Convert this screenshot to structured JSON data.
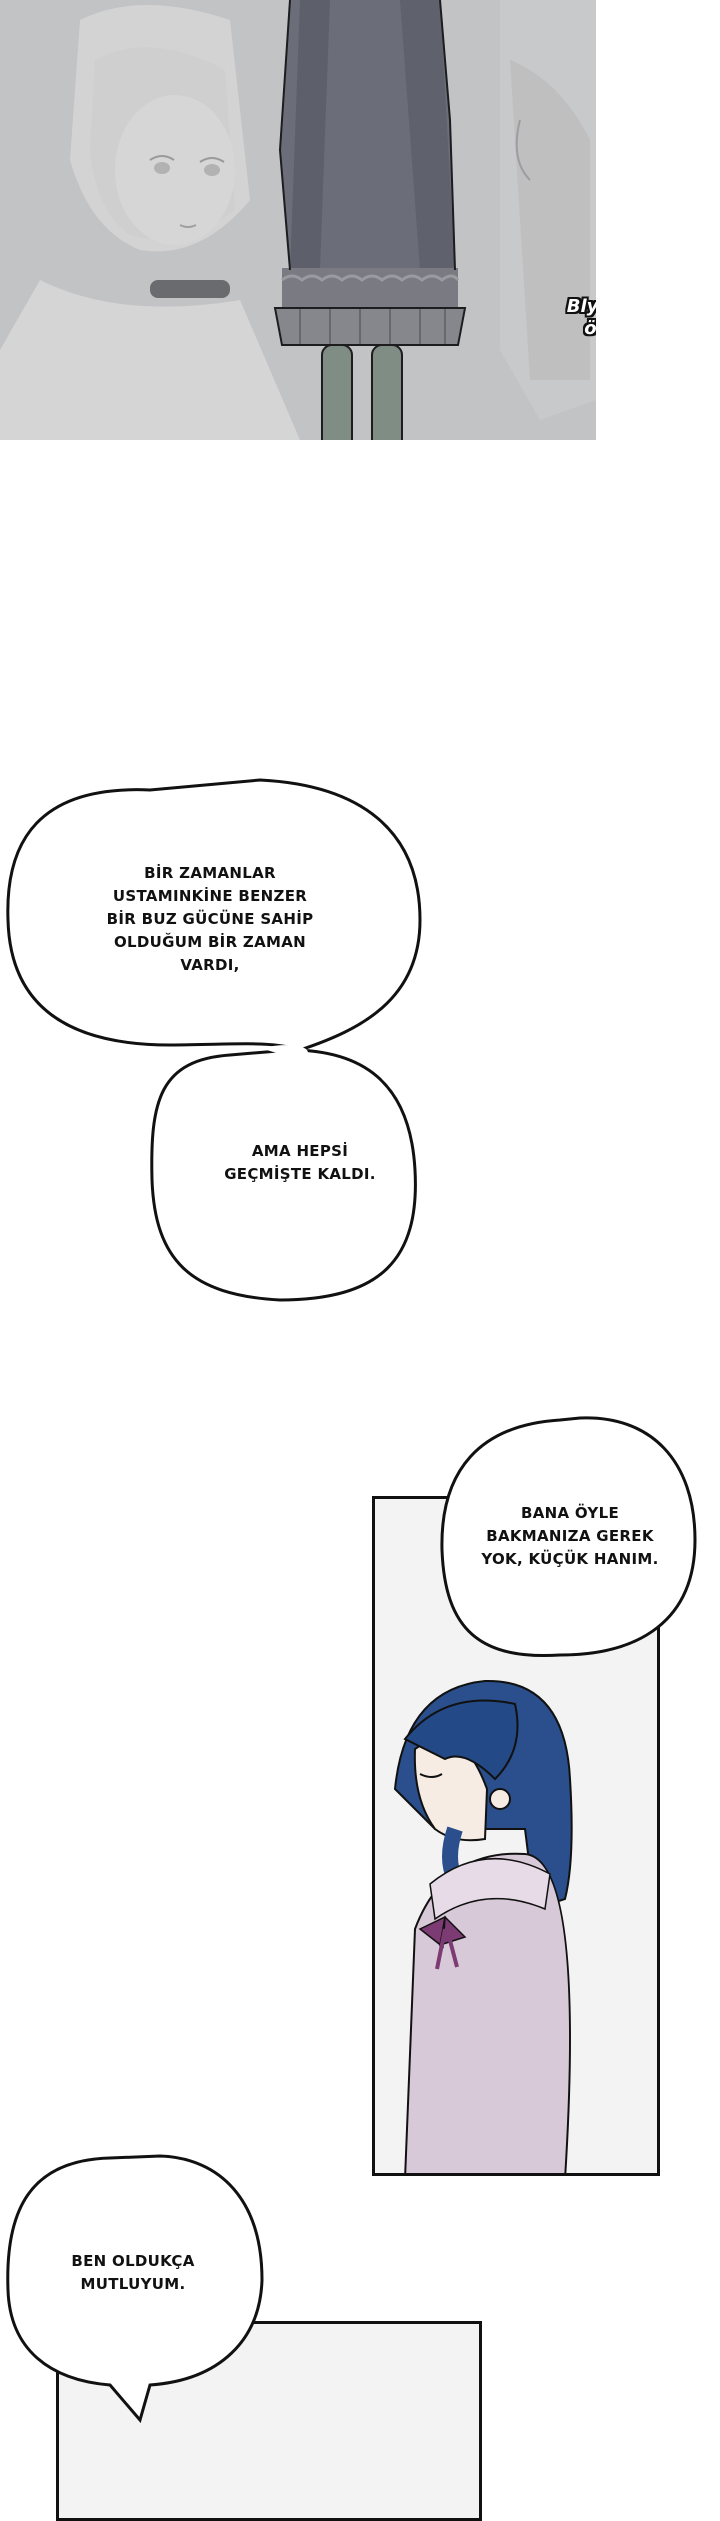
{
  "top_panel": {
    "caption_lines": [
      "Blythe'nin",
      "öfkesi."
    ]
  },
  "bubble_1": {
    "lines": [
      "BİR ZAMANLAR",
      "USTAMINKİNE BENZER",
      "BİR BUZ GÜCÜNE SAHİP",
      "OLDUĞUM BİR ZAMAN",
      "VARDI,"
    ]
  },
  "bubble_2": {
    "lines": [
      "AMA HEPSİ",
      "GEÇMİŞTE KALDI."
    ]
  },
  "bubble_3": {
    "lines": [
      "BANA ÖYLE",
      "BAKMANIZA GEREK",
      "YOK, KÜÇÜK HANIM."
    ]
  },
  "bubble_4": {
    "lines": [
      "BEN OLDUKÇA",
      "MUTLUYUM."
    ]
  },
  "colors": {
    "hair": "#2a4f8c",
    "dress": "#d8c9d8",
    "bubble_outline": "#111111",
    "panel_bg": "#f3f3f3"
  }
}
